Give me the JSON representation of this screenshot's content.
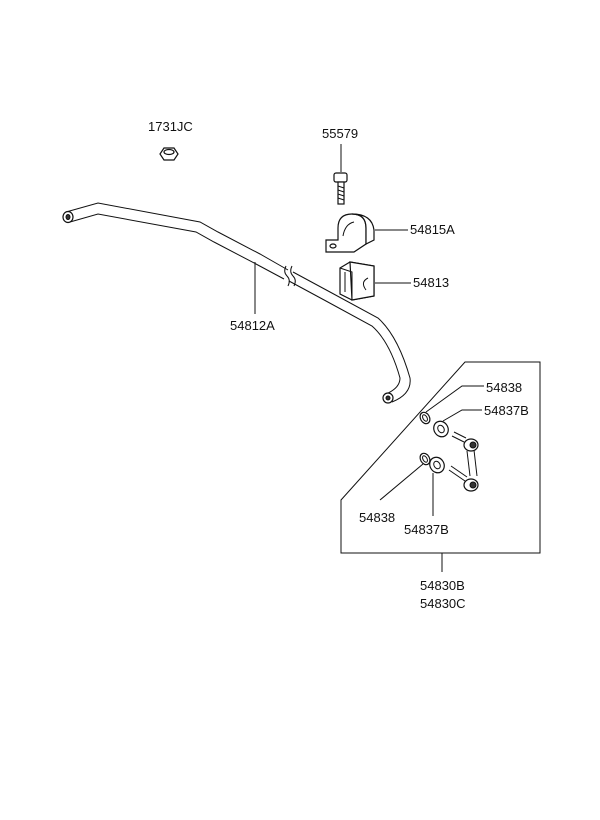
{
  "diagram": {
    "labels": {
      "p1731jc": "1731JC",
      "p55579": "55579",
      "p54815a": "54815A",
      "p54813": "54813",
      "p54812a": "54812A",
      "p54838_top": "54838",
      "p54837b_top": "54837B",
      "p54838_bottom": "54838",
      "p54837b_bottom": "54837B",
      "p54830b": "54830B",
      "p54830c": "54830C"
    }
  }
}
